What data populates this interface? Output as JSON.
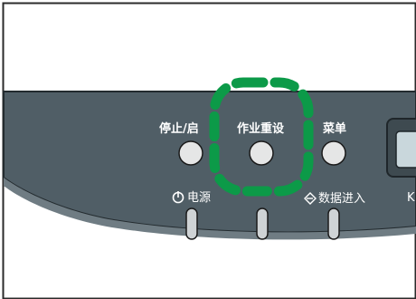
{
  "panel": {
    "buttons": [
      {
        "label": "停止/启"
      },
      {
        "label": "作业重设"
      },
      {
        "label": "菜单"
      }
    ],
    "indicators": [
      {
        "label": "电源",
        "icon": "power-icon"
      },
      {
        "label": "",
        "icon": ""
      },
      {
        "label": "数据进入",
        "icon": "data-in-icon"
      }
    ],
    "partial_label": "K",
    "highlight_color": "#009a44"
  }
}
